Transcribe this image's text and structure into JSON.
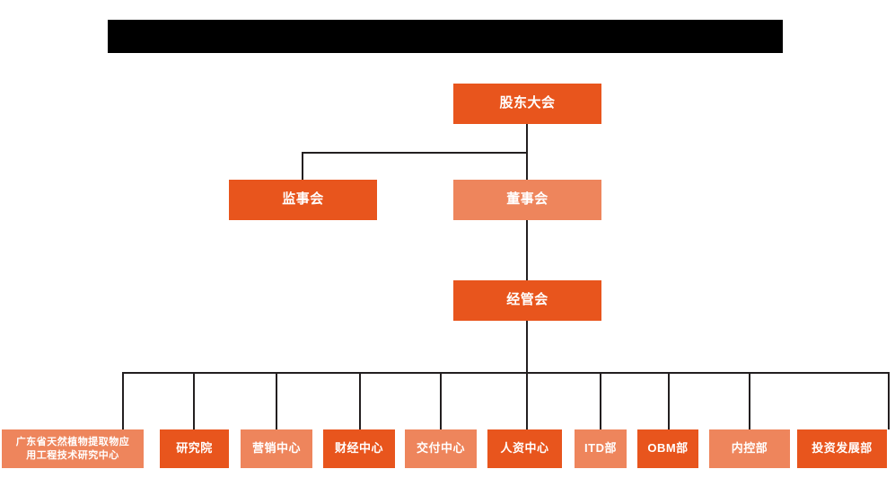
{
  "diagram": {
    "title_bar": {
      "name": "redacted-title-bar",
      "text": ""
    },
    "colors": {
      "dark_orange": "#E8551D",
      "light_orange": "#EE855C",
      "connector": "#231f20",
      "background": "#FFFFFF",
      "redaction": "#000000",
      "node_text": "#FFFFFF"
    },
    "levels": [
      {
        "level": 1,
        "nodes": [
          {
            "label": "股东大会",
            "shade": "dark"
          }
        ]
      },
      {
        "level": 2,
        "nodes": [
          {
            "label": "监事会",
            "shade": "dark"
          },
          {
            "label": "董事会",
            "shade": "light"
          }
        ]
      },
      {
        "level": 3,
        "nodes": [
          {
            "label": "经管会",
            "shade": "dark"
          }
        ]
      },
      {
        "level": 4,
        "nodes": [
          {
            "label": "广东省天然植物提取物应用工程技术研究中心",
            "shade": "light"
          },
          {
            "label": "研究院",
            "shade": "dark"
          },
          {
            "label": "营销中心",
            "shade": "light"
          },
          {
            "label": "财经中心",
            "shade": "dark"
          },
          {
            "label": "交付中心",
            "shade": "light"
          },
          {
            "label": "人资中心",
            "shade": "dark"
          },
          {
            "label": "ITD部",
            "shade": "light"
          },
          {
            "label": "OBM部",
            "shade": "dark"
          },
          {
            "label": "内控部",
            "shade": "light"
          },
          {
            "label": "投资发展部",
            "shade": "dark"
          }
        ]
      }
    ],
    "nodes": {
      "shareholders_meeting": "股东大会",
      "board_of_supervisors": "监事会",
      "board_of_directors": "董事会",
      "management_committee": "经管会",
      "dept_research_center_line1": "广东省天然植物提取物应",
      "dept_research_center_line2": "用工程技术研究中心",
      "dept_research_institute": "研究院",
      "dept_marketing_center": "营销中心",
      "dept_finance_center": "财经中心",
      "dept_delivery_center": "交付中心",
      "dept_hr_center": "人资中心",
      "dept_itd": "ITD部",
      "dept_obm": "OBM部",
      "dept_internal_control": "内控部",
      "dept_investment_development": "投资发展部"
    }
  }
}
